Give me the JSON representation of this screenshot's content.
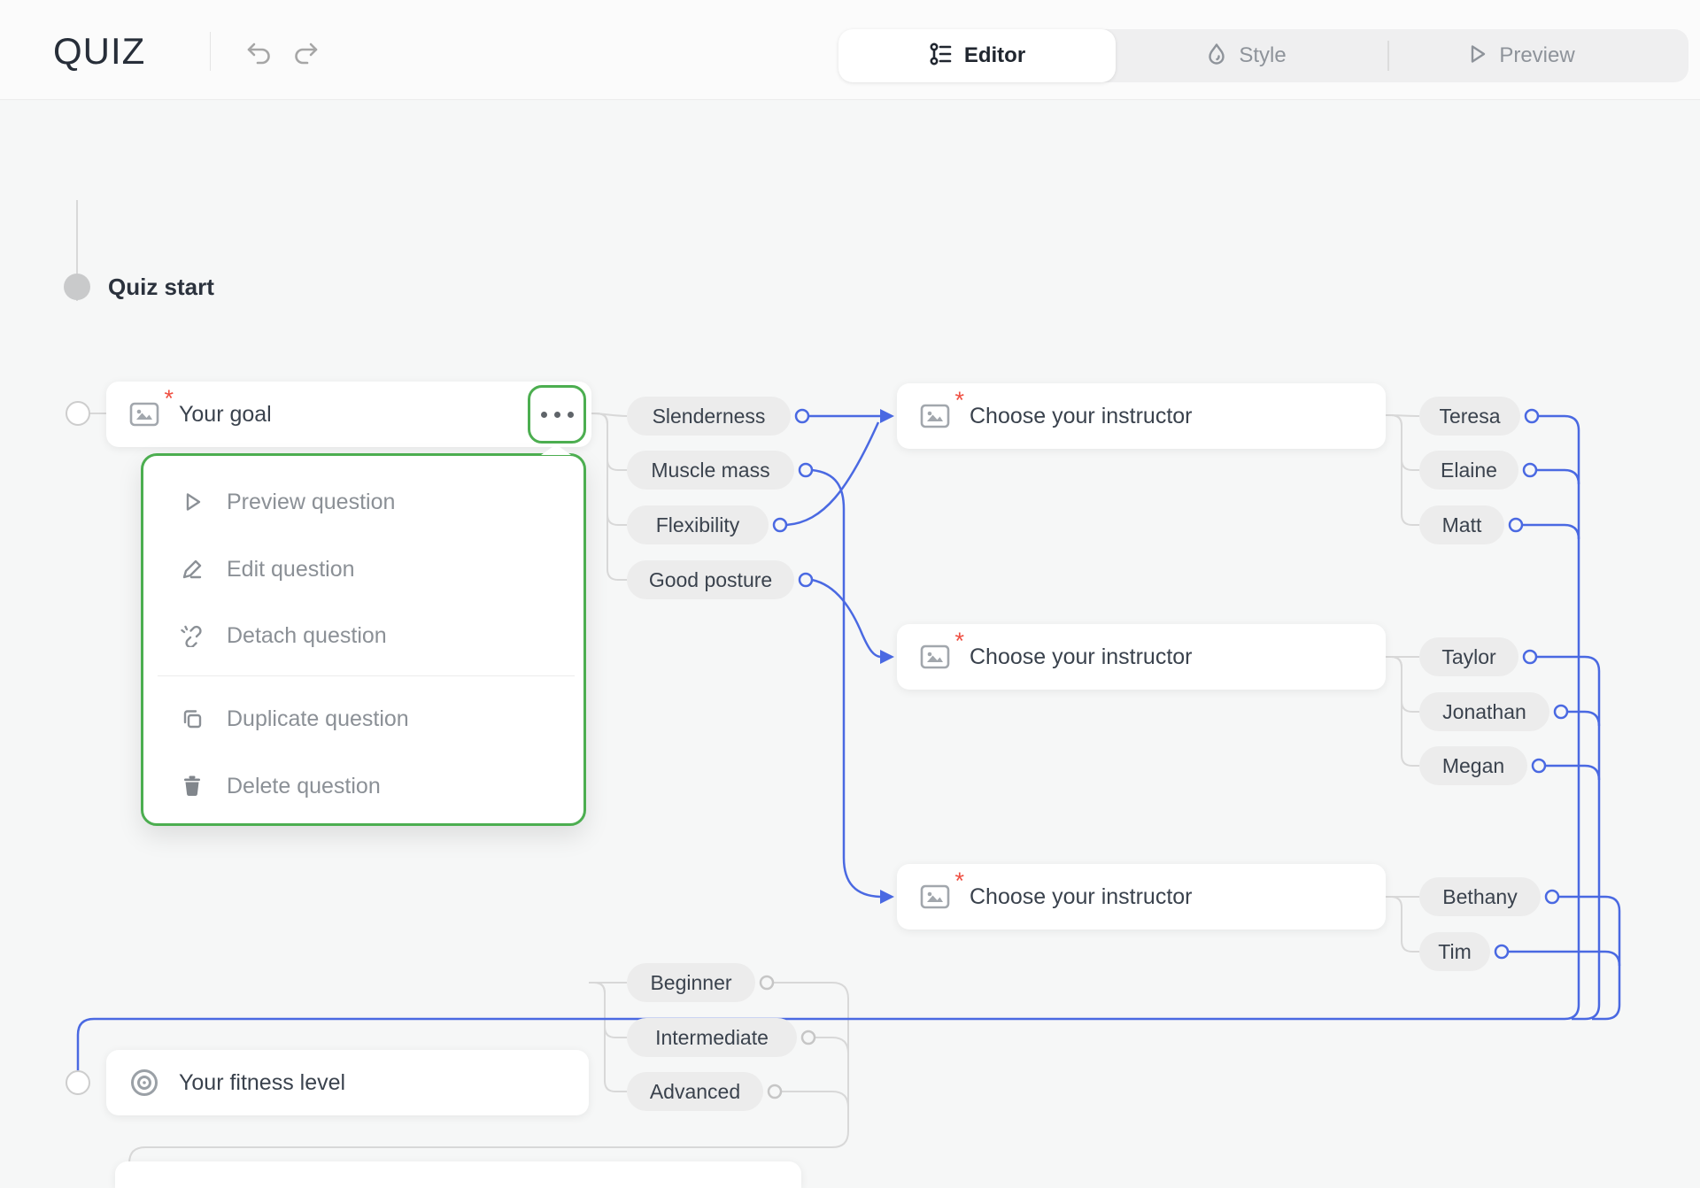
{
  "header": {
    "title": "QUIZ",
    "undo_icon": "undo-arrow",
    "redo_icon": "redo-arrow",
    "tabs": [
      {
        "label": "Editor",
        "icon": "flow-list-icon",
        "active": true
      },
      {
        "label": "Style",
        "icon": "droplet-icon",
        "active": false
      },
      {
        "label": "Preview",
        "icon": "play-icon",
        "active": false
      }
    ]
  },
  "colors": {
    "accent_green": "#4cae50",
    "wire_blue": "#4a69e2",
    "wire_gray": "#d8d8d8",
    "required_red": "#ef5043",
    "chip_bg": "#ececec",
    "canvas_bg": "#f6f7f7"
  },
  "canvas": {
    "start_label": "Quiz start",
    "goal": {
      "title": "Your goal",
      "required": "*",
      "icon": "image-icon",
      "answers": [
        "Slenderness",
        "Muscle mass",
        "Flexibility",
        "Good posture"
      ]
    },
    "menu": {
      "items": [
        {
          "label": "Preview question",
          "icon": "play-icon"
        },
        {
          "label": "Edit question",
          "icon": "pencil-icon"
        },
        {
          "label": "Detach question",
          "icon": "broken-link-icon"
        },
        {
          "label": "Duplicate question",
          "icon": "copy-icon"
        },
        {
          "label": "Delete question",
          "icon": "trash-icon"
        }
      ]
    },
    "instructors": [
      {
        "title": "Choose your instructor",
        "required": "*",
        "icon": "image-icon",
        "answers": [
          "Teresa",
          "Elaine",
          "Matt"
        ]
      },
      {
        "title": "Choose your instructor",
        "required": "*",
        "icon": "image-icon",
        "answers": [
          "Taylor",
          "Jonathan",
          "Megan"
        ]
      },
      {
        "title": "Choose your instructor",
        "required": "*",
        "icon": "image-icon",
        "answers": [
          "Bethany",
          "Tim"
        ]
      }
    ],
    "fitness": {
      "title": "Your fitness level",
      "icon": "target-icon",
      "answers": [
        "Beginner",
        "Intermediate",
        "Advanced"
      ]
    }
  }
}
